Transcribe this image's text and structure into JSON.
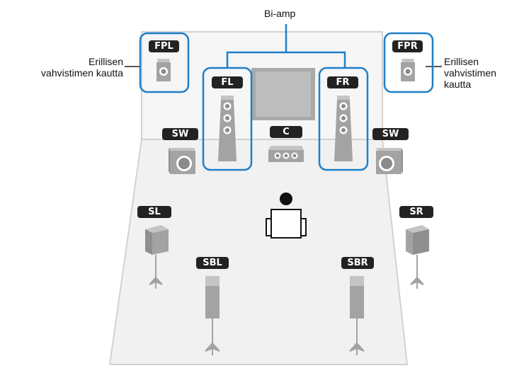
{
  "annotations": {
    "biamp": "Bi-amp",
    "left_external": "Erillisen\nvahvistimen kautta",
    "right_external": "Erillisen\nvahvistimen\nkautta"
  },
  "speakers": {
    "fpl": "FPL",
    "fpr": "FPR",
    "fl": "FL",
    "fr": "FR",
    "c": "C",
    "sw_left": "SW",
    "sw_right": "SW",
    "sl": "SL",
    "sr": "SR",
    "sbl": "SBL",
    "sbr": "SBR"
  },
  "colors": {
    "highlight": "#1f7fc8",
    "room_fill": "#f3f3f3",
    "room_stroke": "#d0d0d0",
    "speaker_gray": "#a3a3a3",
    "screen_gray": "#b3b3b3",
    "label_bg": "#222222"
  }
}
